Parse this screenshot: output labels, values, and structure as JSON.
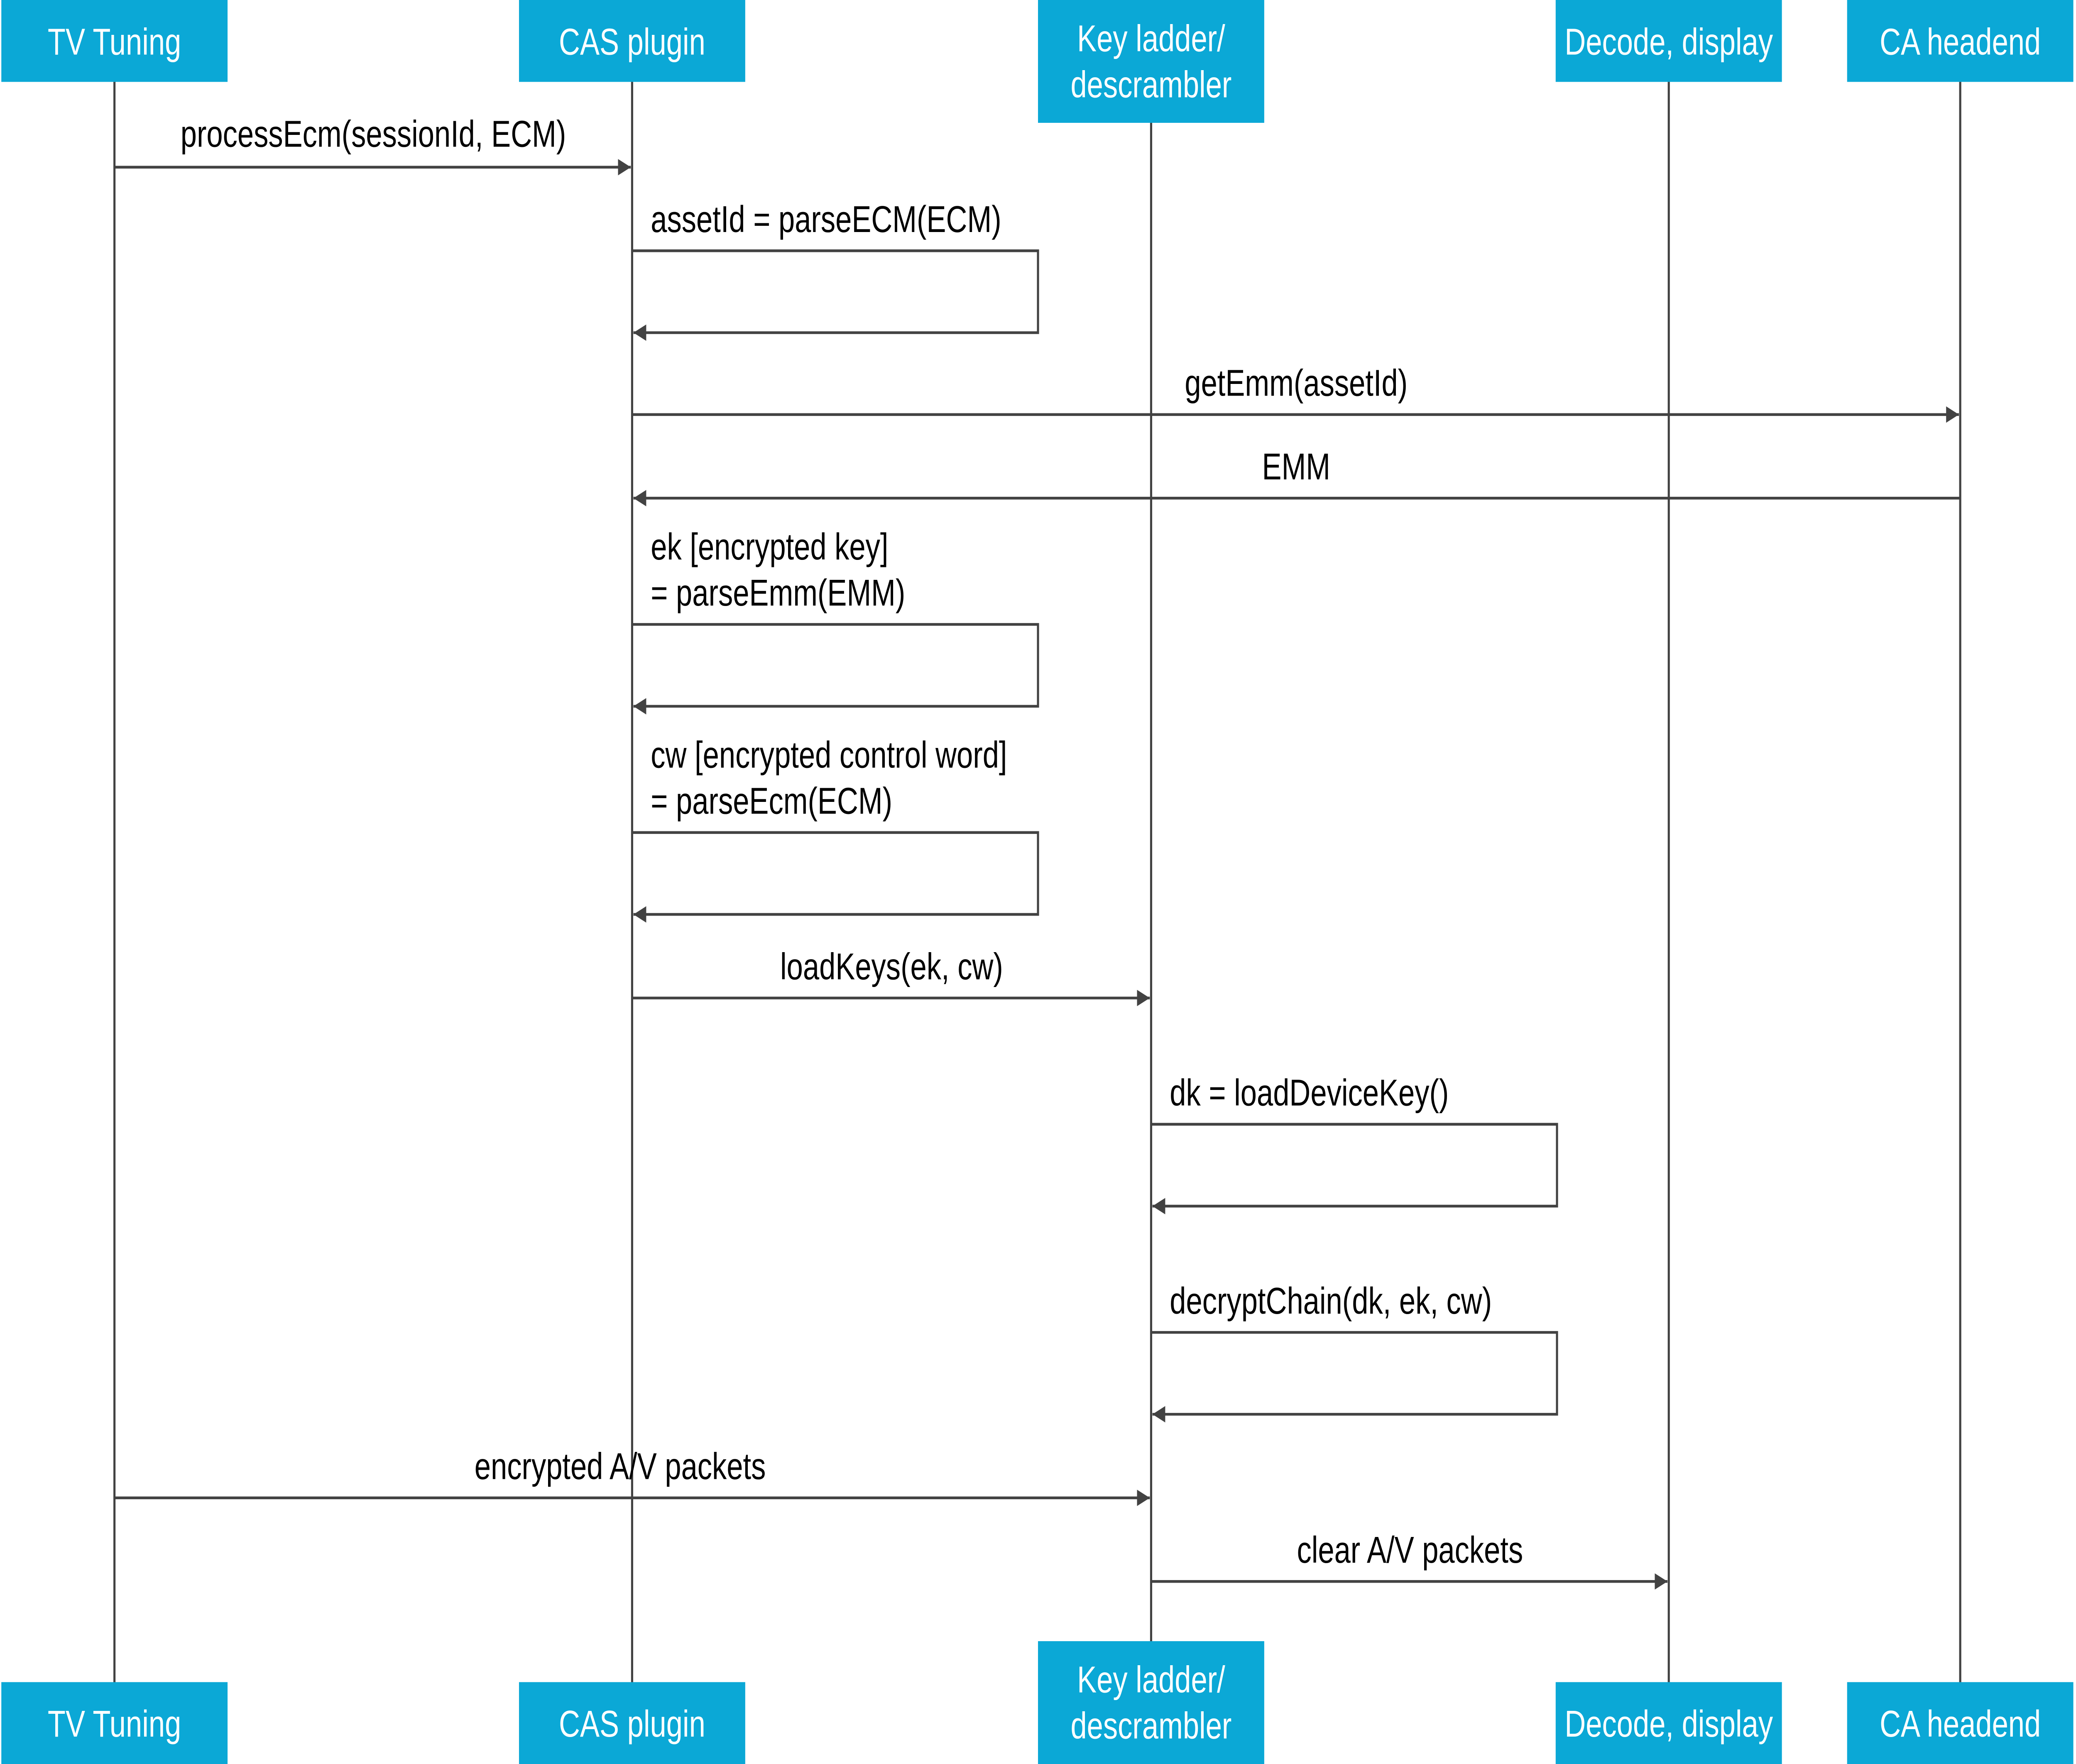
{
  "diagram": {
    "type": "sequence",
    "colors": {
      "participant_fill": "#0BA8D6",
      "participant_text": "#FFFFFF",
      "line": "#424242",
      "text": "#000000"
    },
    "participants": [
      {
        "lines": [
          "TV Tuning"
        ]
      },
      {
        "lines": [
          "CAS plugin"
        ]
      },
      {
        "lines": [
          "Key ladder/",
          "descrambler"
        ]
      },
      {
        "lines": [
          "Decode, display"
        ]
      },
      {
        "lines": [
          "CA headend"
        ]
      }
    ],
    "messages": [
      {
        "from": 0,
        "to": 1,
        "lines": [
          "processEcm(sessionId, ECM)"
        ]
      },
      {
        "from": 1,
        "to": 1,
        "lines": [
          "assetId = parseECM(ECM)"
        ]
      },
      {
        "from": 1,
        "to": 4,
        "lines": [
          "getEmm(assetId)"
        ]
      },
      {
        "from": 4,
        "to": 1,
        "lines": [
          "EMM"
        ]
      },
      {
        "from": 1,
        "to": 1,
        "lines": [
          "ek [encrypted key]",
          "= parseEmm(EMM)"
        ]
      },
      {
        "from": 1,
        "to": 1,
        "lines": [
          "cw [encrypted control word]",
          "= parseEcm(ECM)"
        ]
      },
      {
        "from": 1,
        "to": 2,
        "lines": [
          "loadKeys(ek, cw)"
        ]
      },
      {
        "from": 2,
        "to": 2,
        "lines": [
          "dk = loadDeviceKey()"
        ]
      },
      {
        "from": 2,
        "to": 2,
        "lines": [
          "decryptChain(dk, ek, cw)"
        ]
      },
      {
        "from": 0,
        "to": 2,
        "lines": [
          "encrypted A/V packets"
        ]
      },
      {
        "from": 2,
        "to": 3,
        "lines": [
          "clear A/V packets"
        ]
      }
    ]
  }
}
